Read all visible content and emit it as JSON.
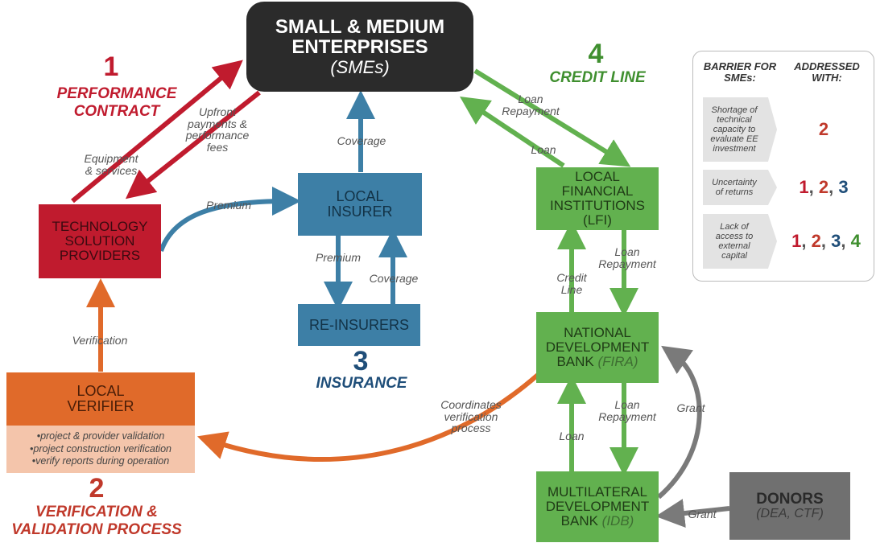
{
  "colors": {
    "sme": "#2b2b2b",
    "performance": "#c01b2e",
    "verification": "#e06a2a",
    "insurance": "#3d7fa6",
    "credit": "#62b14f",
    "donors": "#707070",
    "verifier_list_bg": "#f4c5ab"
  },
  "nodes": {
    "sme": {
      "line1": "SMALL & MEDIUM",
      "line2": "ENTERPRISES",
      "line3": "(SMEs)"
    },
    "tech": {
      "line1": "TECHNOLOGY",
      "line2": "SOLUTION",
      "line3": "PROVIDERS"
    },
    "insurer": {
      "line1": "LOCAL",
      "line2": "INSURER"
    },
    "reinsurers": {
      "label": "RE-INSURERS"
    },
    "lfi": {
      "line1": "LOCAL",
      "line2": "FINANCIAL",
      "line3": "INSTITUTIONS (LFI)"
    },
    "ndb": {
      "line1": "NATIONAL",
      "line2": "DEVELOPMENT",
      "line3": "BANK",
      "sub": "(FIRA)"
    },
    "mdb": {
      "line1": "MULTILATERAL",
      "line2": "DEVELOPMENT",
      "line3": "BANK",
      "sub": "(IDB)"
    },
    "verifier": {
      "line1": "LOCAL",
      "line2": "VERIFIER",
      "items": [
        "•project & provider validation",
        "•project construction verification",
        "•verify reports during operation"
      ]
    },
    "donors": {
      "label": "DONORS",
      "sub": "(DEA, CTF)"
    }
  },
  "sections": {
    "s1": {
      "number": "1",
      "title_l1": "PERFORMANCE",
      "title_l2": "CONTRACT"
    },
    "s2": {
      "number": "2",
      "title_l1": "VERIFICATION &",
      "title_l2": "VALIDATION PROCESS"
    },
    "s3": {
      "number": "3",
      "title": "INSURANCE"
    },
    "s4": {
      "number": "4",
      "title": "CREDIT LINE"
    }
  },
  "flows": {
    "equipment": {
      "l1": "Equipment",
      "l2": "& services"
    },
    "upfront": {
      "l1": "Upfront",
      "l2": "payments &",
      "l3": "performance",
      "l4": "fees"
    },
    "premium_top": "Premium",
    "coverage_top": "Coverage",
    "premium_re": "Premium",
    "coverage_re": "Coverage",
    "verification": "Verification",
    "loan_repay_top": {
      "l1": "Loan",
      "l2": "Repayment"
    },
    "loan_top": "Loan",
    "credit_line": {
      "l1": "Credit",
      "l2": "Line"
    },
    "loan_repay_mid": {
      "l1": "Loan",
      "l2": "Repayment"
    },
    "loan_bottom": "Loan",
    "loan_repay_bottom": {
      "l1": "Loan",
      "l2": "Repayment"
    },
    "coordinates": {
      "l1": "Coordinates",
      "l2": "verification",
      "l3": "process"
    },
    "grant_ndb": "Grant",
    "grant_donors": "Grant"
  },
  "legend": {
    "header_left_l1": "BARRIER FOR",
    "header_left_l2": "SMEs:",
    "header_right_l1": "ADDRESSED",
    "header_right_l2": "WITH:",
    "rows": [
      {
        "barrier_l1": "Shortage of",
        "barrier_l2": "technical",
        "barrier_l3": "capacity to",
        "barrier_l4": "evaluate EE",
        "barrier_l5": "investment",
        "nums": [
          "2"
        ]
      },
      {
        "barrier_l1": "Uncertainty",
        "barrier_l2": "of returns",
        "nums": [
          "1",
          "2",
          "3"
        ]
      },
      {
        "barrier_l1": "Lack of",
        "barrier_l2": "access to",
        "barrier_l3": "external",
        "barrier_l4": "capital",
        "nums": [
          "1",
          "2",
          "3",
          "4"
        ]
      }
    ],
    "separator": ", "
  }
}
